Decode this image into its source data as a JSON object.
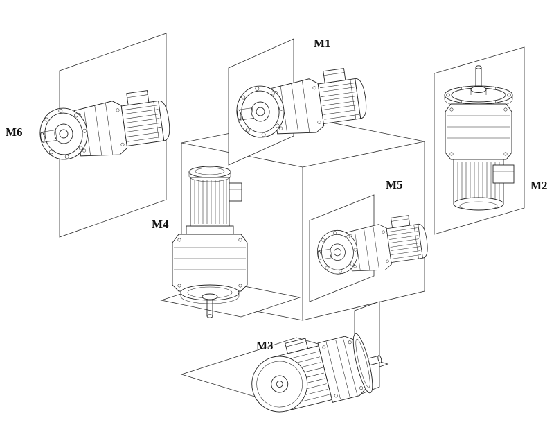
{
  "diagram": {
    "labels": [
      {
        "id": "m1",
        "text": "M1"
      },
      {
        "id": "m2",
        "text": "M2"
      },
      {
        "id": "m3",
        "text": "M3"
      },
      {
        "id": "m4",
        "text": "M4"
      },
      {
        "id": "m5",
        "text": "M5"
      },
      {
        "id": "m6",
        "text": "M6"
      }
    ],
    "colors": {
      "line": "#222222",
      "background": "#ffffff"
    }
  }
}
